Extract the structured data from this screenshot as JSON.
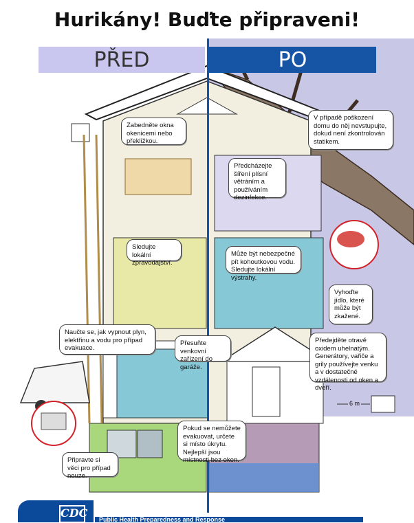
{
  "title": "Hurikány! Buďte připraveni!",
  "panels": {
    "before": "PŘED",
    "after": "PO"
  },
  "callouts": {
    "board_windows": "Zabedněte okna okenicemi nebo překližkou.",
    "local_news": "Sledujte lokální zpravodajství.",
    "utilities": "Naučte se, jak vypnout plyn, elektřinu a vodu pro případ evakuace.",
    "move_equipment": "Přesuňte venkovní zařízení do garáže.",
    "emergency_supplies": "Připravte si věci pro případ nouze.",
    "shelter": "Pokud se nemůžete evakuovat, určete si místo úkrytu. Nejlepší jsou místnosti bez oken.",
    "damage": "V případě poškození domu do něj nevstupujte, dokud není zkontrolován statikem.",
    "mold": "Předcházejte šíření plísní větráním a používáním dezinfekce.",
    "tap_water": "Může být nebezpečné pít kohoutkovou vodu. Sledujte lokální výstrahy.",
    "spoiled_food": "Vyhoďte jídlo, které může být zkažené.",
    "co_poisoning": "Předejděte otravě oxidem uhelnatým. Generátory, vařiče a grily používejte venku a v dostatečné vzdálenosti od oken a dveří."
  },
  "distance_label": "6 m",
  "footer": {
    "logo": "CDC",
    "program": "Public Health Preparedness and Response"
  },
  "colors": {
    "primary_blue": "#1655a6",
    "before_tab": "#c9c7ef",
    "after_bg": "#c9c7e6"
  }
}
